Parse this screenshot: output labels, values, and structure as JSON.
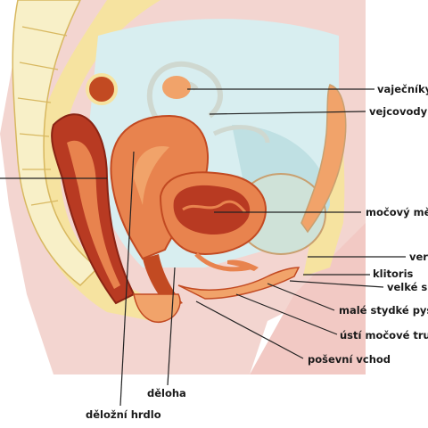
{
  "labels": {
    "ovaries": "vaječníky",
    "oviducts": "vejcovody",
    "bladder": "močový mě",
    "vestibule": "ver",
    "clitoris": "klitoris",
    "labia_majora": "velké s",
    "labia_minora": "malé stydké pys",
    "urethra_opening": "ústí močové trub",
    "vaginal_entrance": "poševní vchod",
    "uterus": "děloha",
    "cervix": "děložní hrdlo"
  },
  "colors": {
    "background": "#ffffff",
    "skin": "#f3d5d0",
    "fat": "#f6e3a0",
    "cavity": "#d8eef0",
    "uterus": "#e8834e",
    "rectum": "#b83a22",
    "bladder": "#f1a36a",
    "bone": "#f8f0c8",
    "leader": "#222222"
  }
}
